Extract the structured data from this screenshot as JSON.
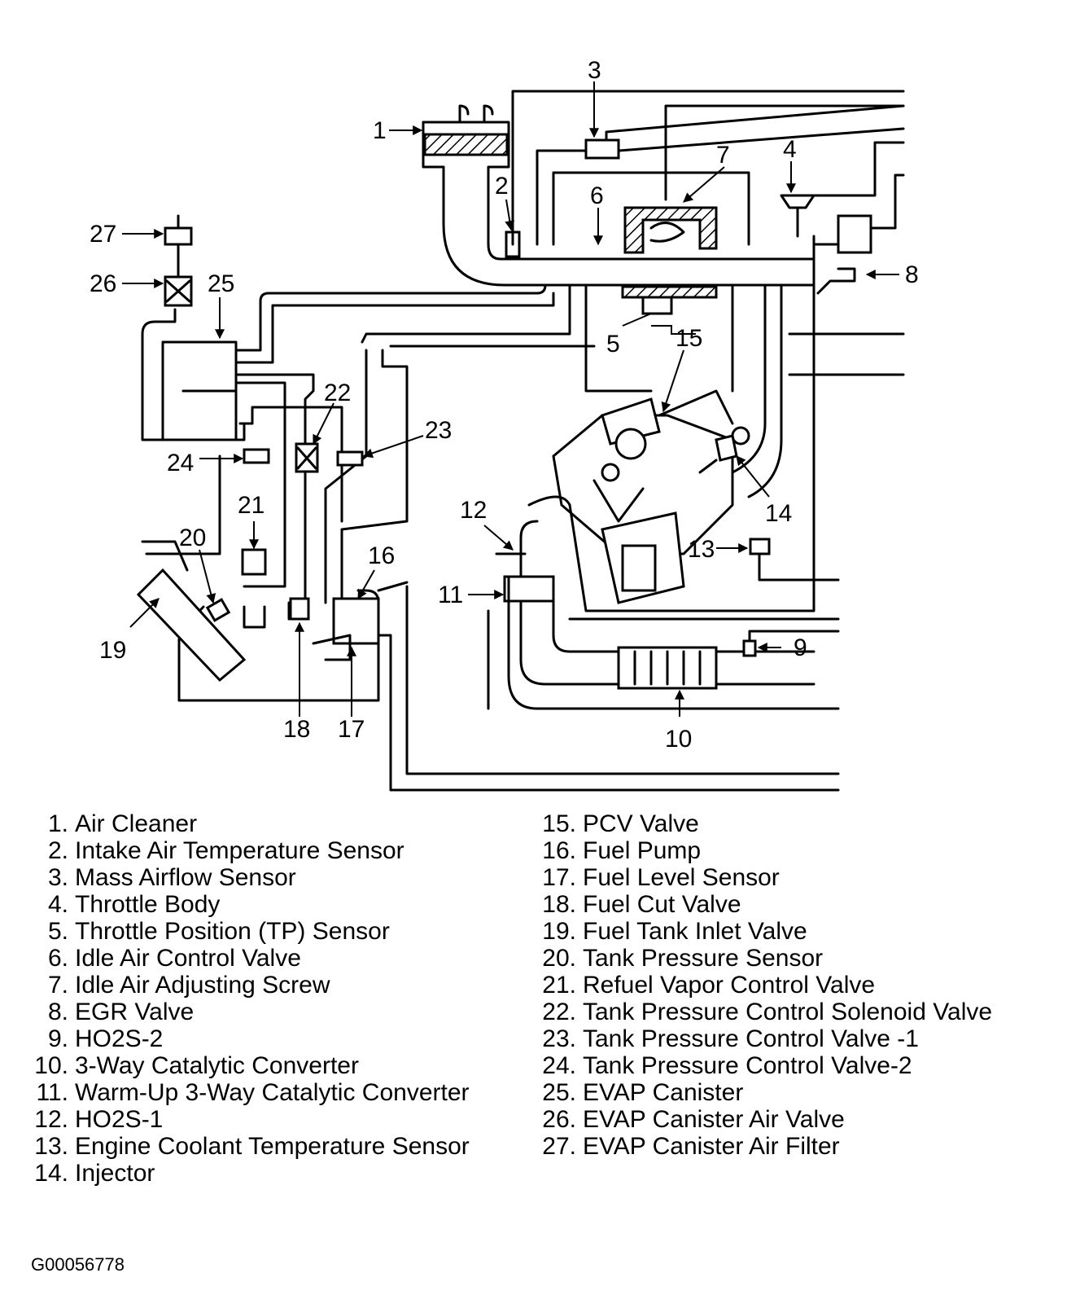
{
  "callouts": [
    "1",
    "2",
    "3",
    "4",
    "5",
    "6",
    "7",
    "8",
    "9",
    "10",
    "11",
    "12",
    "13",
    "14",
    "15",
    "16",
    "17",
    "18",
    "19",
    "20",
    "21",
    "22",
    "23",
    "24",
    "25",
    "26",
    "27"
  ],
  "legend": {
    "left": [
      {
        "num": "1.",
        "label": "Air Cleaner"
      },
      {
        "num": "2.",
        "label": "Intake Air Temperature Sensor"
      },
      {
        "num": "3.",
        "label": "Mass Airflow Sensor"
      },
      {
        "num": "4.",
        "label": "Throttle Body"
      },
      {
        "num": "5.",
        "label": "Throttle Position (TP) Sensor"
      },
      {
        "num": "6.",
        "label": "Idle Air Control Valve"
      },
      {
        "num": "7.",
        "label": "Idle Air Adjusting Screw"
      },
      {
        "num": "8.",
        "label": "EGR Valve"
      },
      {
        "num": "9.",
        "label": "HO2S-2"
      },
      {
        "num": "10.",
        "label": "3-Way Catalytic Converter"
      },
      {
        "num": "11.",
        "label": "Warm-Up 3-Way Catalytic Converter"
      },
      {
        "num": "12.",
        "label": "HO2S-1"
      },
      {
        "num": "13.",
        "label": "Engine Coolant Temperature Sensor"
      },
      {
        "num": "14.",
        "label": "Injector"
      }
    ],
    "right": [
      {
        "num": "15.",
        "label": "PCV Valve"
      },
      {
        "num": "16.",
        "label": "Fuel Pump"
      },
      {
        "num": "17.",
        "label": "Fuel Level Sensor"
      },
      {
        "num": "18.",
        "label": "Fuel Cut Valve"
      },
      {
        "num": "19.",
        "label": "Fuel Tank Inlet Valve"
      },
      {
        "num": "20.",
        "label": "Tank Pressure Sensor"
      },
      {
        "num": "21.",
        "label": "Refuel Vapor Control Valve"
      },
      {
        "num": "22.",
        "label": "Tank Pressure Control Solenoid Valve"
      },
      {
        "num": "23.",
        "label": "Tank Pressure Control Valve -1"
      },
      {
        "num": "24.",
        "label": "Tank Pressure Control Valve-2"
      },
      {
        "num": "25.",
        "label": "EVAP Canister"
      },
      {
        "num": "26.",
        "label": "EVAP Canister Air Valve"
      },
      {
        "num": "27.",
        "label": "EVAP Canister Air Filter"
      }
    ]
  },
  "figure_id": "G00056778"
}
